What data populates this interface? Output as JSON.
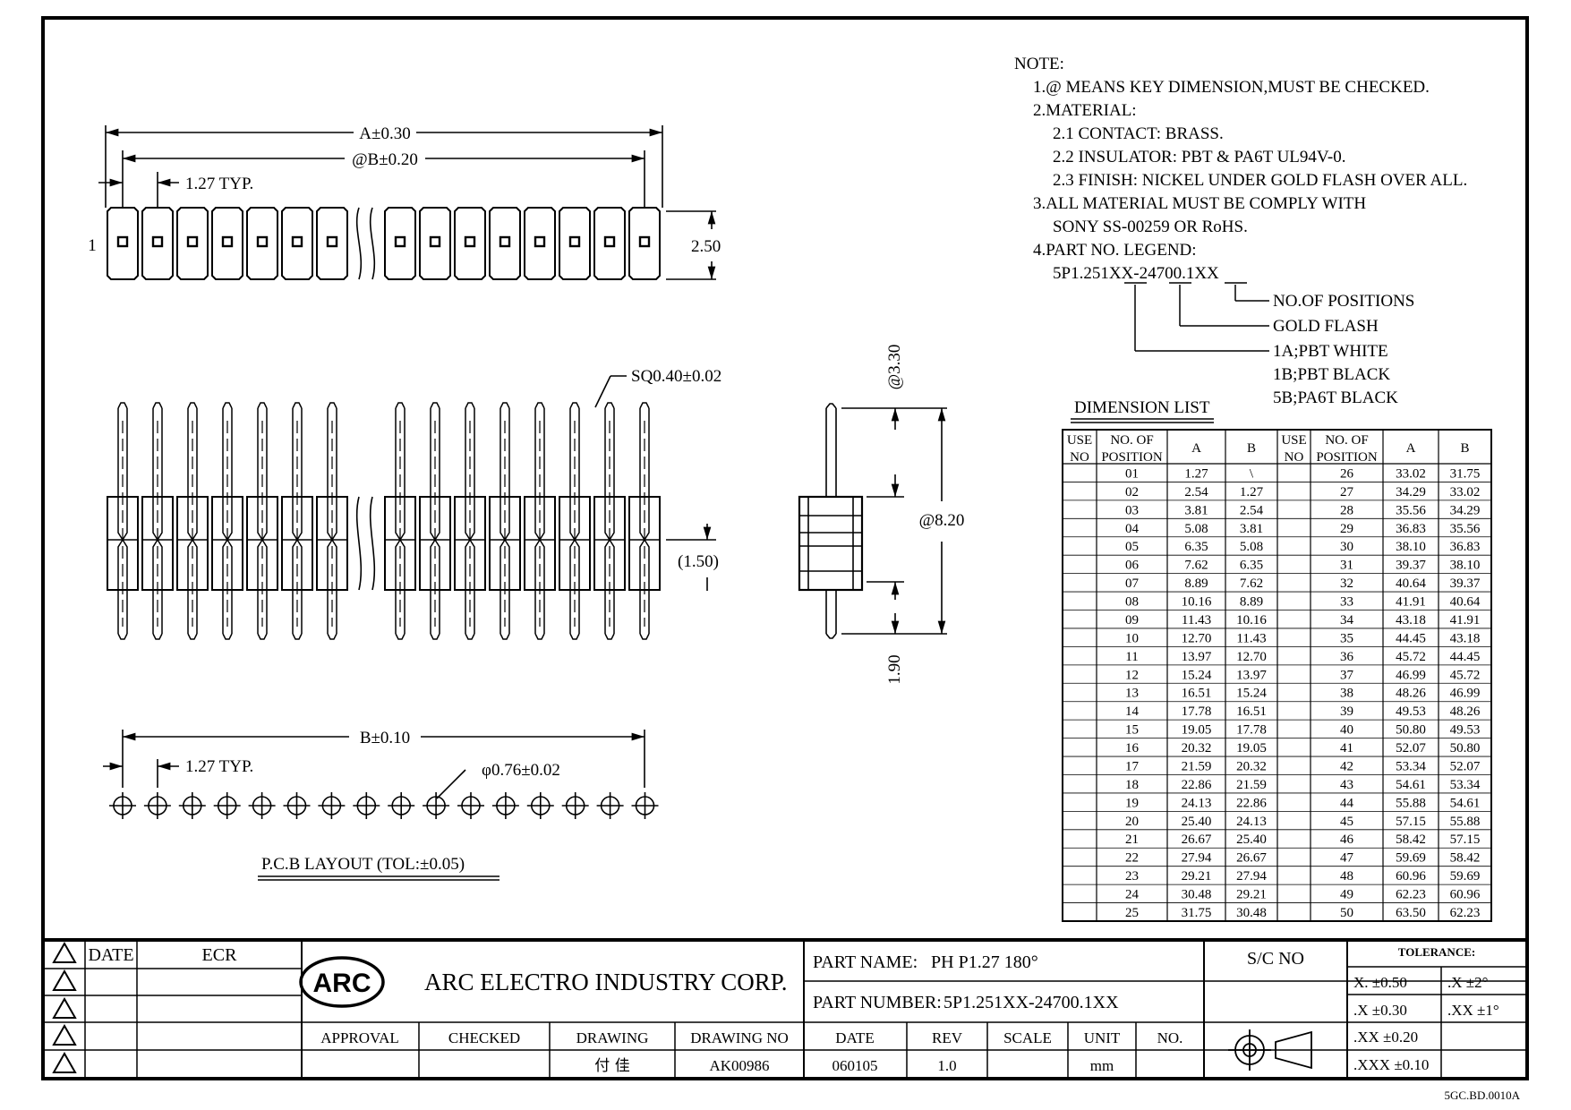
{
  "drawing": {
    "top_view": {
      "dim_a": "A±0.30",
      "dim_b": "@B±0.20",
      "pitch": "1.27 TYP.",
      "height": "2.50",
      "pin_one": "1"
    },
    "front_view": {
      "sq_label": "SQ0.40±0.02",
      "body_offset": "(1.50)"
    },
    "side_view": {
      "top_len": "@3.30",
      "total_len": "@8.20",
      "bottom_len": "1.90"
    },
    "pcb": {
      "dim_b": "B±0.10",
      "pitch": "1.27 TYP.",
      "hole": "φ0.76±0.02",
      "title": "P.C.B LAYOUT (TOL:±0.05)"
    }
  },
  "notes": {
    "heading": "NOTE:",
    "lines": [
      "1.@ MEANS KEY DIMENSION,MUST BE CHECKED.",
      "2.MATERIAL:",
      "2.1 CONTACT: BRASS.",
      "2.2 INSULATOR: PBT & PA6T UL94V-0.",
      "2.3 FINISH: NICKEL UNDER GOLD FLASH OVER ALL.",
      "3.ALL MATERIAL MUST BE COMPLY WITH",
      "SONY SS-00259 OR RoHS.",
      "4.PART NO. LEGEND:"
    ],
    "legend_part": "5P1.251XX-24700.1XX",
    "legend_positions": "NO.OF POSITIONS",
    "legend_gold": "GOLD FLASH",
    "legend_colors": [
      "1A;PBT WHITE",
      "1B;PBT BLACK",
      "5B;PA6T BLACK"
    ]
  },
  "dimension_list": {
    "title": "DIMENSION LIST",
    "headers": [
      "USE NO",
      "NO. OF POSITION",
      "A",
      "B",
      "USE NO",
      "NO. OF POSITION",
      "A",
      "B"
    ],
    "rows": [
      [
        "01",
        "1.27",
        "\\",
        "26",
        "33.02",
        "31.75"
      ],
      [
        "02",
        "2.54",
        "1.27",
        "27",
        "34.29",
        "33.02"
      ],
      [
        "03",
        "3.81",
        "2.54",
        "28",
        "35.56",
        "34.29"
      ],
      [
        "04",
        "5.08",
        "3.81",
        "29",
        "36.83",
        "35.56"
      ],
      [
        "05",
        "6.35",
        "5.08",
        "30",
        "38.10",
        "36.83"
      ],
      [
        "06",
        "7.62",
        "6.35",
        "31",
        "39.37",
        "38.10"
      ],
      [
        "07",
        "8.89",
        "7.62",
        "32",
        "40.64",
        "39.37"
      ],
      [
        "08",
        "10.16",
        "8.89",
        "33",
        "41.91",
        "40.64"
      ],
      [
        "09",
        "11.43",
        "10.16",
        "34",
        "43.18",
        "41.91"
      ],
      [
        "10",
        "12.70",
        "11.43",
        "35",
        "44.45",
        "43.18"
      ],
      [
        "11",
        "13.97",
        "12.70",
        "36",
        "45.72",
        "44.45"
      ],
      [
        "12",
        "15.24",
        "13.97",
        "37",
        "46.99",
        "45.72"
      ],
      [
        "13",
        "16.51",
        "15.24",
        "38",
        "48.26",
        "46.99"
      ],
      [
        "14",
        "17.78",
        "16.51",
        "39",
        "49.53",
        "48.26"
      ],
      [
        "15",
        "19.05",
        "17.78",
        "40",
        "50.80",
        "49.53"
      ],
      [
        "16",
        "20.32",
        "19.05",
        "41",
        "52.07",
        "50.80"
      ],
      [
        "17",
        "21.59",
        "20.32",
        "42",
        "53.34",
        "52.07"
      ],
      [
        "18",
        "22.86",
        "21.59",
        "43",
        "54.61",
        "53.34"
      ],
      [
        "19",
        "24.13",
        "22.86",
        "44",
        "55.88",
        "54.61"
      ],
      [
        "20",
        "25.40",
        "24.13",
        "45",
        "57.15",
        "55.88"
      ],
      [
        "21",
        "26.67",
        "25.40",
        "46",
        "58.42",
        "57.15"
      ],
      [
        "22",
        "27.94",
        "26.67",
        "47",
        "59.69",
        "58.42"
      ],
      [
        "23",
        "29.21",
        "27.94",
        "48",
        "60.96",
        "59.69"
      ],
      [
        "24",
        "30.48",
        "29.21",
        "49",
        "62.23",
        "60.96"
      ],
      [
        "25",
        "31.75",
        "30.48",
        "50",
        "63.50",
        "62.23"
      ]
    ]
  },
  "title_block": {
    "rev_headers": [
      "DATE",
      "ECR"
    ],
    "logo": "ARC",
    "company": "ARC ELECTRO INDUSTRY CORP.",
    "part_name_label": "PART NAME:",
    "part_name": "PH P1.27 180°",
    "part_number_label": "PART NUMBER:",
    "part_number": "5P1.251XX-24700.1XX",
    "sc_no_label": "S/C NO",
    "tolerance_title": "TOLERANCE:",
    "tolerances": [
      "X. ±0.50",
      ".X ±2°",
      ".X ±0.30",
      ".XX ±1°",
      ".XX ±0.20",
      ".XXX ±0.10"
    ],
    "approval_headers": [
      "APPROVAL",
      "CHECKED",
      "DRAWING",
      "DRAWING NO",
      "DATE",
      "REV",
      "SCALE",
      "UNIT",
      "NO."
    ],
    "drawing_by": "付 佳",
    "drawing_no": "AK00986",
    "date": "060105",
    "rev": "1.0",
    "unit": "mm",
    "form_code": "5GC.BD.0010A"
  }
}
